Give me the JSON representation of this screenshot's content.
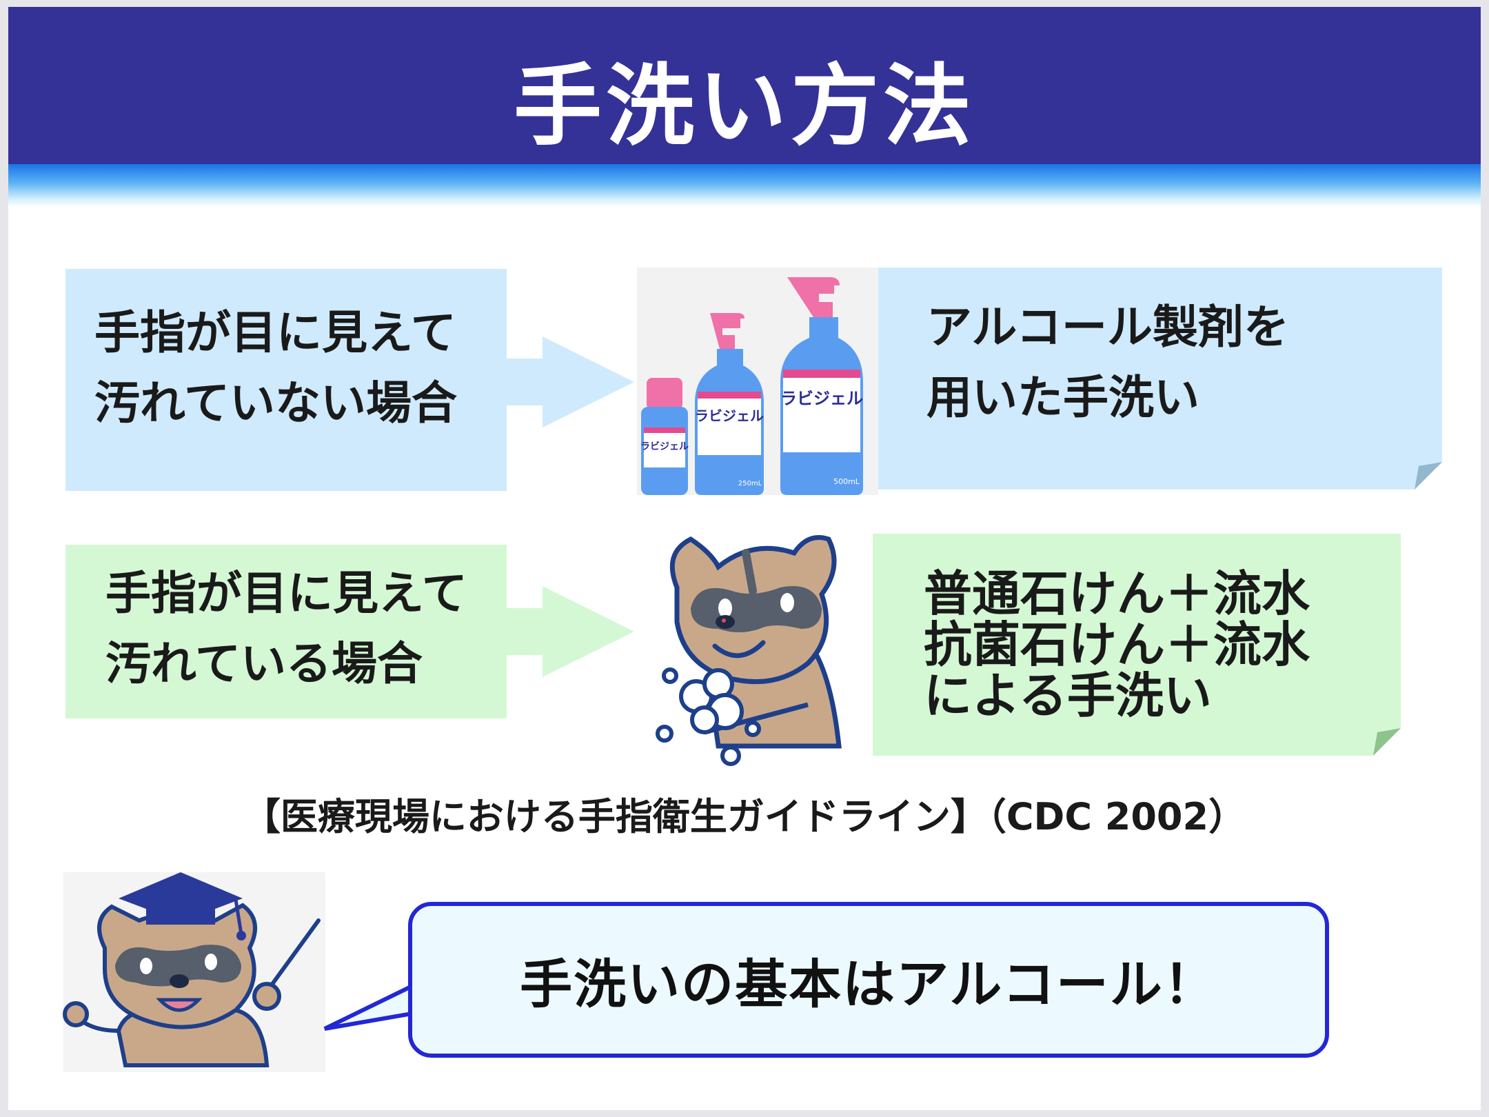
{
  "title": "手洗い方法",
  "rows": [
    {
      "condition_lines": [
        "手指が目に見えて",
        "汚れていない場合"
      ],
      "method_lines": [
        "アルコール製剤を",
        "用いた手洗い"
      ],
      "product": {
        "label": "ラビジェル",
        "size_small": "",
        "size_medium": "250mL",
        "size_large": "500mL"
      }
    },
    {
      "condition_lines": [
        "手指が目に見えて",
        "汚れている場合"
      ],
      "method_lines": [
        "普通石けん＋流水",
        "抗菌石けん＋流水",
        "による手洗い"
      ]
    }
  ],
  "citation": "【医療現場における手指衛生ガイドライン】（CDC 2002）",
  "bubble_text": "手洗いの基本はアルコール！",
  "colors": {
    "header": "#343297",
    "blue_box": "#cfeafc",
    "green_box": "#d4f8d4",
    "bubble_border": "#2327d6",
    "bottle_pink": "#f070a8",
    "bottle_blue": "#5a9df0"
  }
}
